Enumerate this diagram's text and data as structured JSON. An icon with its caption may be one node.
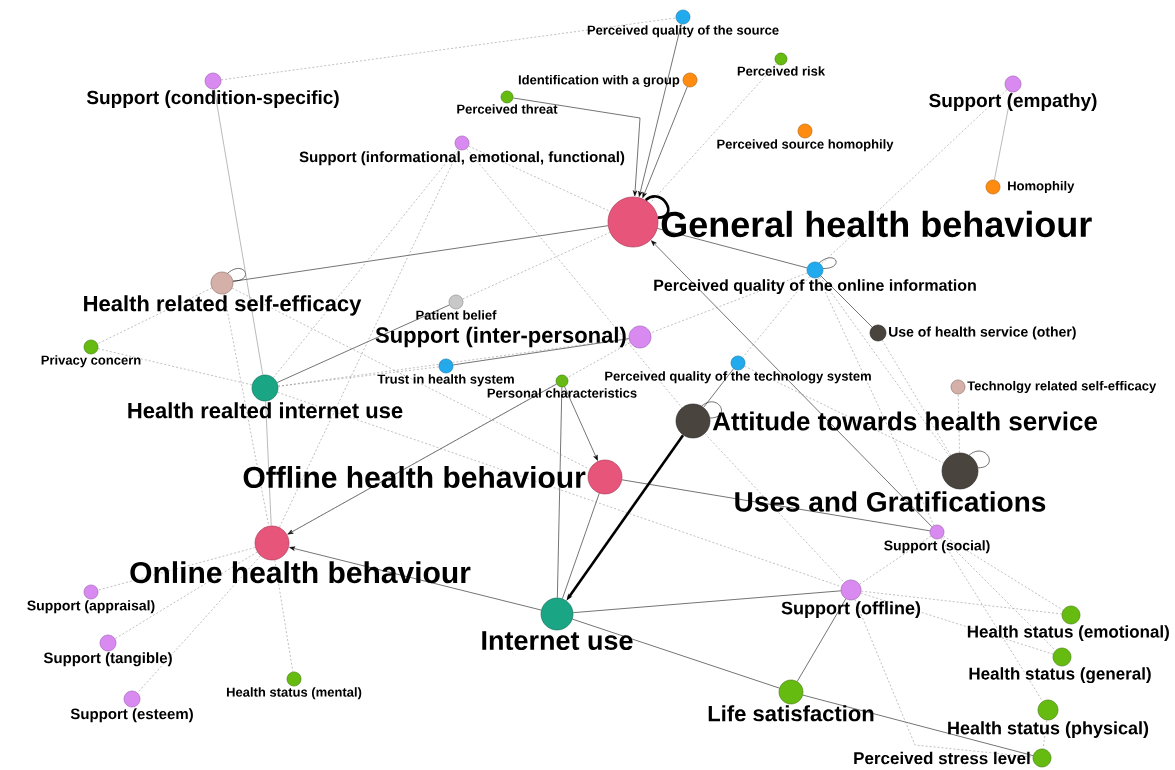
{
  "diagram": {
    "nodes": [
      {
        "text": [],
        "shape": "circle",
        "beside": [
          "Perceived quality of the source"
        ]
      },
      {
        "text": [],
        "shape": "circle",
        "beside": [
          "Perceived risk"
        ]
      },
      {
        "text": [],
        "shape": "circle",
        "beside": [
          "Identification with a group"
        ]
      },
      {
        "text": [],
        "shape": "circle",
        "beside": [
          "Support (condition-specific)"
        ]
      },
      {
        "text": [],
        "shape": "circle",
        "beside": [
          "Perceived threat"
        ]
      },
      {
        "text": [],
        "shape": "circle",
        "beside": [
          "Support (empathy)"
        ]
      },
      {
        "text": [],
        "shape": "circle",
        "beside": [
          "Support (informational, emotional, functional)"
        ]
      },
      {
        "text": [],
        "shape": "circle",
        "beside": [
          "Perceived source homophily"
        ]
      },
      {
        "text": [],
        "shape": "circle",
        "beside": [
          "Homophily"
        ]
      },
      {
        "text": [],
        "shape": "circle",
        "beside": [
          "General health behaviour"
        ]
      },
      {
        "text": [],
        "shape": "circle",
        "beside": [
          "Perceived quality of the online information"
        ]
      },
      {
        "text": [],
        "shape": "circle",
        "beside": [
          "Health related self-efficacy"
        ]
      },
      {
        "text": [],
        "shape": "circle",
        "beside": [
          "Patient belief"
        ]
      },
      {
        "text": [],
        "shape": "circle",
        "beside": [
          "Support (inter-personal)"
        ]
      },
      {
        "text": [],
        "shape": "circle",
        "beside": [
          "Use of health service (other)"
        ]
      },
      {
        "text": [],
        "shape": "circle",
        "beside": [
          "Privacy concern"
        ]
      },
      {
        "text": [],
        "shape": "circle",
        "beside": [
          "Trust in health system"
        ]
      },
      {
        "text": [],
        "shape": "circle",
        "beside": [
          "Perceived quality of the technology system"
        ]
      },
      {
        "text": [],
        "shape": "circle",
        "beside": [
          "Health realted internet use"
        ]
      },
      {
        "text": [],
        "shape": "circle",
        "beside": [
          "Personal characteristics"
        ]
      },
      {
        "text": [],
        "shape": "circle",
        "beside": [
          "Technolgy related self-efficacy"
        ]
      },
      {
        "text": [],
        "shape": "circle",
        "beside": [
          "Attitude towards health service"
        ]
      },
      {
        "text": [],
        "shape": "circle",
        "beside": [
          "Offline health behaviour"
        ]
      },
      {
        "text": [],
        "shape": "circle",
        "beside": [
          "Uses and Gratifications"
        ]
      },
      {
        "text": [],
        "shape": "circle",
        "beside": [
          "Support (social)"
        ]
      },
      {
        "text": [],
        "shape": "circle",
        "beside": [
          "Online health behaviour"
        ]
      },
      {
        "text": [],
        "shape": "circle",
        "beside": [
          "Support (appraisal)"
        ]
      },
      {
        "text": [],
        "shape": "circle",
        "beside": [
          "Support (offline)"
        ]
      },
      {
        "text": [],
        "shape": "circle",
        "beside": [
          "Internet use"
        ]
      },
      {
        "text": [],
        "shape": "circle",
        "beside": [
          "Health status (emotional)"
        ]
      },
      {
        "text": [],
        "shape": "circle",
        "beside": [
          "Support (tangible)"
        ]
      },
      {
        "text": [],
        "shape": "circle",
        "beside": [
          "Health status (general)"
        ]
      },
      {
        "text": [],
        "shape": "circle",
        "beside": [
          "Health status (mental)"
        ]
      },
      {
        "text": [],
        "shape": "circle",
        "beside": [
          "Support (esteem)"
        ]
      },
      {
        "text": [],
        "shape": "circle",
        "beside": [
          "Life satisfaction"
        ]
      },
      {
        "text": [],
        "shape": "circle",
        "beside": [
          "Health status (physical)"
        ]
      },
      {
        "text": [],
        "shape": "circle",
        "beside": [
          "Perceived stress level"
        ]
      }
    ],
    "edges": [
      {
        "from": 0,
        "to": 9,
        "arrow": "to",
        "color": "#000000"
      },
      {
        "from": 2,
        "to": 9,
        "arrow": "to",
        "color": "#000000"
      },
      {
        "from": 4,
        "to": 9,
        "arrow": "to",
        "color": "#000000"
      },
      {
        "from": 9,
        "to": 9,
        "arrow": "none",
        "style": "thick",
        "color": "#000000"
      },
      {
        "from": 11,
        "to": 9,
        "arrow": "none",
        "color": "#000000"
      },
      {
        "from": 11,
        "to": 11,
        "arrow": "none",
        "color": "#000000"
      },
      {
        "from": 24,
        "to": 9,
        "arrow": "to",
        "color": "#000000"
      },
      {
        "from": 12,
        "to": 18,
        "arrow": "none",
        "color": "#000000"
      },
      {
        "from": 19,
        "to": 25,
        "arrow": "to",
        "color": "#000000"
      },
      {
        "from": 19,
        "to": 22,
        "arrow": "to",
        "color": "#000000"
      },
      {
        "from": 21,
        "to": 28,
        "arrow": "to",
        "style": "thick",
        "color": "#000000"
      },
      {
        "from": 21,
        "to": 21,
        "arrow": "none",
        "color": "#000000"
      },
      {
        "from": 17,
        "to": 21,
        "arrow": "none",
        "color": "#000000"
      },
      {
        "from": 22,
        "to": 28,
        "arrow": "none",
        "color": "#000000"
      },
      {
        "from": 19,
        "to": 28,
        "arrow": "none",
        "color": "#000000"
      },
      {
        "from": 28,
        "to": 25,
        "arrow": "to",
        "color": "#000000"
      },
      {
        "from": 28,
        "to": 27,
        "arrow": "none",
        "color": "#000000"
      },
      {
        "from": 28,
        "to": 34,
        "arrow": "none",
        "color": "#000000"
      },
      {
        "from": 27,
        "to": 34,
        "arrow": "none",
        "color": "#000000"
      },
      {
        "from": 34,
        "to": 36,
        "arrow": "none",
        "color": "#000000"
      },
      {
        "from": 27,
        "to": 36,
        "arrow": "none",
        "style": "dashed"
      },
      {
        "from": 22,
        "to": 24,
        "arrow": "none",
        "color": "#000000"
      },
      {
        "from": 18,
        "to": 25,
        "arrow": "none"
      },
      {
        "from": 3,
        "to": 18,
        "arrow": "none"
      },
      {
        "from": 5,
        "to": 8,
        "arrow": "none"
      },
      {
        "from": 10,
        "to": 14,
        "arrow": "none",
        "color": "#000000"
      },
      {
        "from": 10,
        "to": 10,
        "arrow": "none",
        "color": "#000000"
      },
      {
        "from": 9,
        "to": 10,
        "arrow": "none",
        "color": "#000000"
      },
      {
        "from": 13,
        "to": 16,
        "arrow": "none",
        "color": "#000000"
      },
      {
        "from": 23,
        "to": 23,
        "arrow": "none",
        "color": "#000000"
      },
      {
        "from": 23,
        "to": 20,
        "arrow": "none",
        "style": "dashed"
      },
      {
        "from": 5,
        "to": 10,
        "arrow": "none",
        "style": "dashed"
      },
      {
        "from": 21,
        "to": 27,
        "arrow": "none",
        "style": "dashed"
      },
      {
        "from": 18,
        "to": 27,
        "arrow": "none",
        "style": "dashed"
      },
      {
        "from": 10,
        "to": 17,
        "arrow": "none",
        "style": "dashed"
      },
      {
        "from": 3,
        "to": 0,
        "arrow": "none",
        "style": "dashed"
      },
      {
        "from": 1,
        "to": 9,
        "arrow": "none",
        "style": "dashed"
      },
      {
        "from": 6,
        "to": 18,
        "arrow": "none",
        "style": "dashed"
      },
      {
        "from": 6,
        "to": 9,
        "arrow": "none",
        "style": "dashed"
      },
      {
        "from": 6,
        "to": 25,
        "arrow": "none",
        "style": "dashed"
      },
      {
        "from": 6,
        "to": 21,
        "arrow": "none",
        "style": "dashed"
      },
      {
        "from": 11,
        "to": 15,
        "arrow": "none",
        "style": "dashed"
      },
      {
        "from": 11,
        "to": 25,
        "arrow": "none",
        "style": "dashed"
      },
      {
        "from": 11,
        "to": 22,
        "arrow": "none",
        "style": "dashed"
      },
      {
        "from": 15,
        "to": 18,
        "arrow": "none",
        "style": "dashed"
      },
      {
        "from": 25,
        "to": 26,
        "arrow": "none",
        "style": "dashed"
      },
      {
        "from": 25,
        "to": 30,
        "arrow": "none",
        "style": "dashed"
      },
      {
        "from": 25,
        "to": 33,
        "arrow": "none",
        "style": "dashed"
      },
      {
        "from": 25,
        "to": 32,
        "arrow": "none",
        "style": "dashed"
      },
      {
        "from": 10,
        "to": 24,
        "arrow": "none",
        "style": "dashed"
      },
      {
        "from": 10,
        "to": 23,
        "arrow": "none",
        "style": "dashed"
      },
      {
        "from": 10,
        "to": 13,
        "arrow": "none",
        "style": "dashed"
      },
      {
        "from": 24,
        "to": 29,
        "arrow": "none",
        "style": "dashed"
      },
      {
        "from": 24,
        "to": 31,
        "arrow": "none",
        "style": "dashed"
      },
      {
        "from": 24,
        "to": 35,
        "arrow": "none",
        "style": "dashed"
      },
      {
        "from": 24,
        "to": 27,
        "arrow": "none",
        "style": "dashed"
      },
      {
        "from": 27,
        "to": 29,
        "arrow": "none",
        "style": "dashed"
      },
      {
        "from": 27,
        "to": 31,
        "arrow": "none",
        "style": "dashed"
      },
      {
        "from": 35,
        "to": 36,
        "arrow": "none",
        "style": "dashed"
      },
      {
        "from": 13,
        "to": 18,
        "arrow": "none",
        "style": "dashed"
      },
      {
        "from": 13,
        "to": 25,
        "arrow": "none",
        "style": "dashed"
      },
      {
        "from": 12,
        "to": 9,
        "arrow": "none",
        "style": "dashed"
      },
      {
        "from": 16,
        "to": 18,
        "arrow": "none",
        "style": "dashed"
      },
      {
        "from": 17,
        "to": 23,
        "arrow": "none",
        "style": "dashed"
      },
      {
        "from": 14,
        "to": 23,
        "arrow": "none",
        "style": "dashed"
      }
    ]
  }
}
